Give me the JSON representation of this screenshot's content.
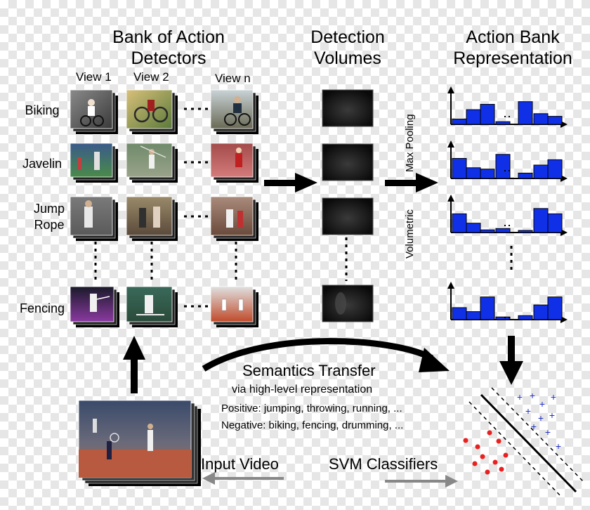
{
  "headers": {
    "bank_line1": "Bank of Action",
    "bank_line2": "Detectors",
    "detection_line1": "Detection",
    "detection_line2": "Volumes",
    "action_line1": "Action Bank",
    "action_line2": "Representation"
  },
  "views": [
    "View 1",
    "View 2",
    "View n"
  ],
  "rows": [
    {
      "line1": "Biking",
      "line2": ""
    },
    {
      "line1": "Javelin",
      "line2": ""
    },
    {
      "line1": "Jump",
      "line2": "Rope"
    },
    {
      "line1": "Fencing",
      "line2": ""
    }
  ],
  "pooling": {
    "max_pooling": "Max Pooling",
    "volumetric": "Volumetric"
  },
  "semantics": {
    "title": "Semantics Transfer",
    "subtitle": "via high-level representation",
    "positive": "Positive: jumping, throwing, running, ...",
    "negative": "Negative: biking, fencing, drumming, ..."
  },
  "labels": {
    "input_video": "Input Video",
    "svm": "SVM Classifiers"
  },
  "colors": {
    "bars": "#1030e8",
    "points_neg": "#e82020",
    "points_pos": "#2030c0"
  },
  "histograms": [
    [
      0.2,
      0.55,
      0.75,
      0.1,
      0.85,
      0.4,
      0.3
    ],
    [
      0.75,
      0.4,
      0.35,
      0.9,
      0.2,
      0.5,
      0.7
    ],
    [
      0.7,
      0.35,
      0.1,
      0.15,
      0.05,
      0.9,
      0.7
    ],
    [
      0.45,
      0.3,
      0.85,
      0.1,
      0.15,
      0.55,
      0.85
    ]
  ]
}
